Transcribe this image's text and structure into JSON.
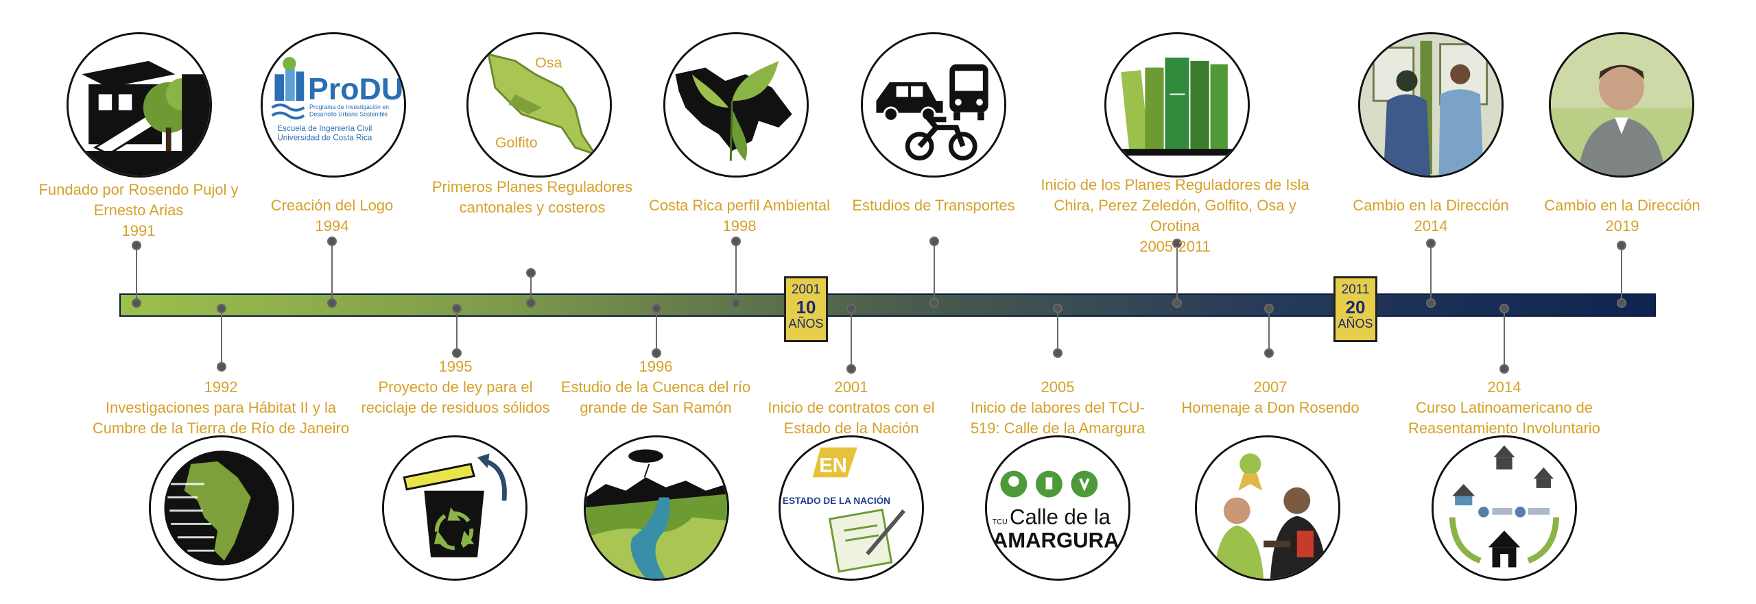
{
  "colors": {
    "label": "#d6a12a",
    "bar_start": "#9cc04c",
    "bar_end": "#0f2350",
    "badge": "#e6cd4a",
    "badge_text": "#1d2a6b"
  },
  "events_top": [
    {
      "name": "event-1991",
      "text": "Fundado por Rosendo Pujol y Ernesto Arias",
      "year": "1991",
      "icon": "house-stairs-icon"
    },
    {
      "name": "event-1994",
      "text": "Creación del Logo",
      "year": "1994",
      "icon": "produs-logo-icon",
      "logo": {
        "brand": "ProDUS",
        "line1": "Programa de Investigación en",
        "line2": "Desarrollo Urbano Sostenible",
        "line3": "Escuela de Ingeniería Civil",
        "line4": "Universidad de Costa Rica"
      }
    },
    {
      "name": "event-plans",
      "text": "Primeros Planes Reguladores cantonales y costeros",
      "year": "",
      "icon": "map-icon",
      "map": {
        "osa": "Osa",
        "golfito": "Golfito"
      }
    },
    {
      "name": "event-1998",
      "text": "Costa Rica perfil Ambiental",
      "year": "1998",
      "icon": "leaf-map-icon"
    },
    {
      "name": "event-transport",
      "text": "Estudios de Transportes",
      "year": "",
      "icon": "vehicles-icon"
    },
    {
      "name": "event-2005-2011",
      "text": "Inicio de los Planes Reguladores de Isla Chira, Perez Zeledón, Golfito, Osa y Orotina",
      "year": "2005-2011",
      "icon": "books-icon"
    },
    {
      "name": "event-2014",
      "text": "Cambio en la Dirección",
      "year": "2014",
      "icon": "people-photo-icon"
    },
    {
      "name": "event-2019",
      "text": "Cambio en la Dirección",
      "year": "2019",
      "icon": "portrait-icon"
    }
  ],
  "events_bottom": [
    {
      "name": "event-1992",
      "year": "1992",
      "text": "Investigaciones para Hábitat II y la Cumbre de la Tierra de Río de Janeiro",
      "icon": "globe-icon"
    },
    {
      "name": "event-1995",
      "year": "1995",
      "text": "Proyecto de ley para el reciclaje de residuos sólidos",
      "icon": "recycle-bin-icon"
    },
    {
      "name": "event-1996",
      "year": "1996",
      "text": "Estudio de la Cuenca del río grande de San Ramón",
      "icon": "river-basin-icon"
    },
    {
      "name": "event-2001",
      "year": "2001",
      "text": "Inicio de contratos con el Estado de la Nación",
      "icon": "estado-nacion-icon",
      "logo": {
        "mark": "EN",
        "caption": "ESTADO DE LA NACIÓN"
      }
    },
    {
      "name": "event-2005",
      "year": "2005",
      "text": "Inicio de labores del TCU-519: Calle de la Amargura",
      "icon": "tcu-logo-icon",
      "logo": {
        "prefix": "TCU",
        "line1": "Calle de la",
        "line2": "AMARGURA"
      }
    },
    {
      "name": "event-2007",
      "year": "2007",
      "text": "Homenaje a Don Rosendo",
      "icon": "award-icon"
    },
    {
      "name": "event-2014b",
      "year": "2014",
      "text": "Curso Latinoamericano de Reasentamiento Involuntario",
      "icon": "resettlement-icon"
    }
  ],
  "badges": [
    {
      "year": "2001",
      "num": "10",
      "word": "AÑOS"
    },
    {
      "year": "2011",
      "num": "20",
      "word": "AÑOS"
    }
  ]
}
